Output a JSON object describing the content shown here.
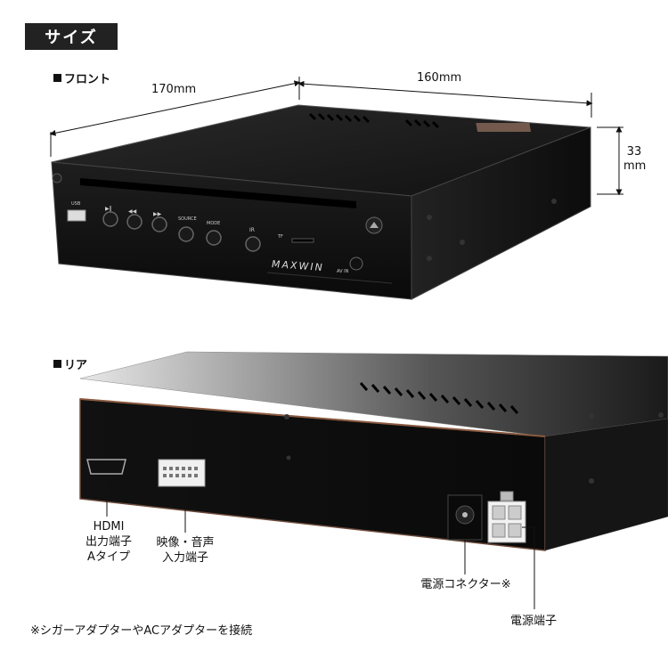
{
  "header": {
    "title": "サイズ"
  },
  "front": {
    "section_label": "フロント",
    "dims": {
      "width": "170mm",
      "depth": "160mm",
      "height_num": "33",
      "height_unit": "mm"
    },
    "device": {
      "brand": "MAXWIN",
      "usb_label": "USB",
      "button_labels": [
        "SOURCE",
        "MODE"
      ],
      "ir_label": "IR",
      "tf_label": "TF",
      "avin_label": "AV IN"
    }
  },
  "rear": {
    "section_label": "リア",
    "callouts": {
      "hdmi": [
        "HDMI",
        "出力端子",
        "Aタイプ"
      ],
      "av": [
        "映像・音声",
        "入力端子"
      ],
      "power_connector": "電源コネクター※",
      "power_terminal": "電源端子"
    }
  },
  "footnote": "※シガーアダプターやACアダプターを接続",
  "colors": {
    "device_body": "#151515",
    "badge_bg": "#222222",
    "accent_line": "#111111"
  }
}
